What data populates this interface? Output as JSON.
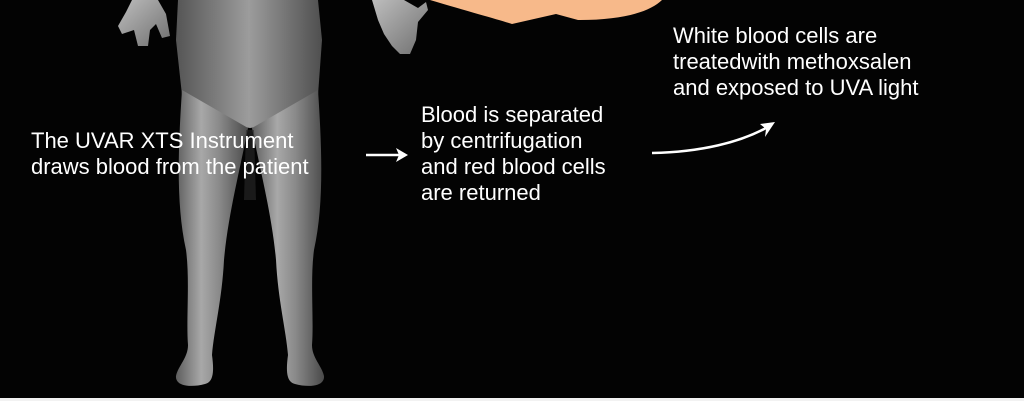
{
  "colors": {
    "background": "#030303",
    "text": "#ffffff",
    "body_fill": "#8c8c8c",
    "accent_orange": "#f7b98a"
  },
  "figure": {
    "icon": "human-body-silhouette"
  },
  "steps": [
    {
      "text": "The UVAR XTS Instrument\ndraws blood from the patient"
    },
    {
      "text": "Blood is separated\nby centrifugation\nand red blood cells\nare returned"
    },
    {
      "text": "White blood cells are\ntreatedwith methoxsalen\nand exposed to UVA light"
    }
  ]
}
